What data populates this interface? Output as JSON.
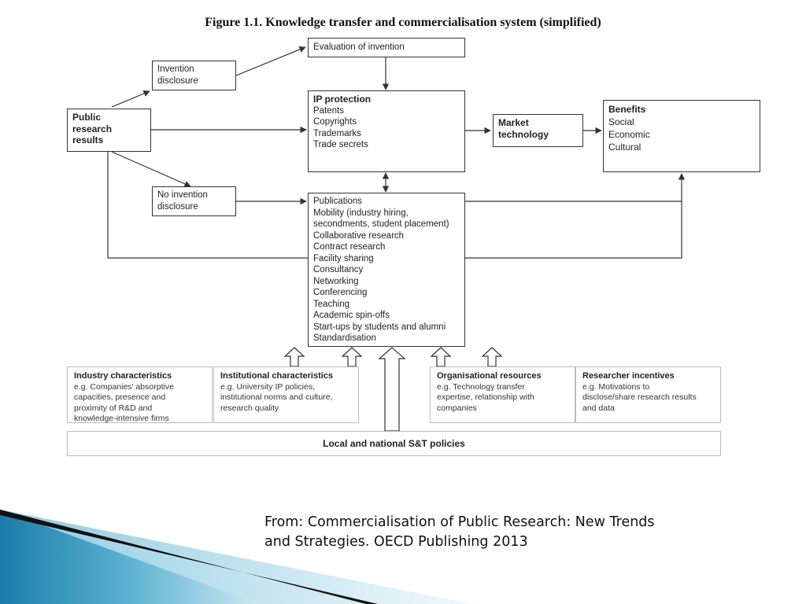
{
  "title": "Figure 1.1. Knowledge transfer and commercialisation system (simplified)",
  "public_research": [
    "Public",
    "research",
    "results"
  ],
  "invention_disclosure": [
    "Invention",
    "disclosure"
  ],
  "no_invention_disclosure": [
    "No invention",
    "disclosure"
  ],
  "evaluation": "Evaluation of invention",
  "ip_protection": {
    "heading": "IP protection",
    "items": [
      "Patents",
      "Copyrights",
      "Trademarks",
      "Trade secrets"
    ]
  },
  "market_technology": [
    "Market",
    "technology"
  ],
  "benefits": {
    "heading": "Benefits",
    "items": [
      "Social",
      "Economic",
      "Cultural"
    ]
  },
  "channels": [
    "Publications",
    "Mobility (industry hiring,",
    "secondments, student placement)",
    "Collaborative research",
    "Contract research",
    "Facility sharing",
    "Consultancy",
    "Networking",
    "Conferencing",
    "Teaching",
    "Academic spin-offs",
    "Start-ups by students and alumni",
    "Standardisation"
  ],
  "factors": [
    {
      "heading": "Industry characteristics",
      "lines": [
        "e.g. Companies' absorptive",
        "capacities, presence and",
        "proximity of R&D and",
        "knowledge-intensive firms"
      ]
    },
    {
      "heading": "Institutional characteristics",
      "lines": [
        "e.g. University IP policies,",
        "institutional norms and culture,",
        "research quality"
      ]
    },
    {
      "heading": "Organisational resources",
      "lines": [
        "e.g. Technology transfer",
        "expertise, relationship with",
        "companies"
      ]
    },
    {
      "heading": "Researcher incentives",
      "lines": [
        "e.g. Motivations to",
        "disclose/share research results",
        "and data"
      ]
    }
  ],
  "policy": "Local and national S&T policies",
  "caption": [
    "From: Commercialisation of Public Research: New Trends",
    "and Strategies. OECD Publishing 2013"
  ],
  "colors": {
    "border": "#333333",
    "factor_border": "#bbbbbb",
    "deco_blue": "#1a7ea8"
  }
}
